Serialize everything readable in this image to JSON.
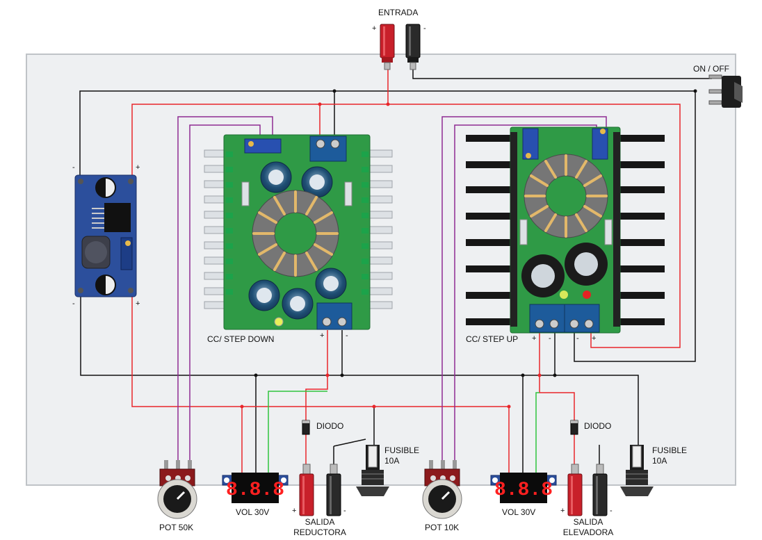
{
  "labels": {
    "input": "ENTRADA",
    "power_switch": "ON / OFF",
    "buck_module": "CC/ STEP DOWN",
    "boost_module": "CC/ STEP UP",
    "pot_50k": "POT 50K",
    "pot_10k": "POT 10K",
    "voltmeter_left": "VOL 30V",
    "voltmeter_right": "VOL 30V",
    "diode_left": "DIODO",
    "diode_right": "DIODO",
    "fuse_left_line1": "FUSIBLE",
    "fuse_left_line2": "10A",
    "fuse_right_line1": "FUSIBLE",
    "fuse_right_line2": "10A",
    "output_buck_line1": "SALIDA",
    "output_buck_line2": "REDUCTORA",
    "output_boost_line1": "SALIDA",
    "output_boost_line2": "ELEVADORA"
  },
  "display": {
    "digits": "8.8.8"
  },
  "polarity": {
    "plus": "+",
    "minus": "-"
  },
  "wire_colors": {
    "positive": "#e8262b",
    "negative": "#111111",
    "control": "#8e2a91",
    "signal": "#2fc43c"
  },
  "component_colors": {
    "pcb_green": "#2f9a46",
    "pcb_blue": "#2c4f9c",
    "heatsink": "#dde1e5",
    "enclosure": "#eef0f2"
  }
}
